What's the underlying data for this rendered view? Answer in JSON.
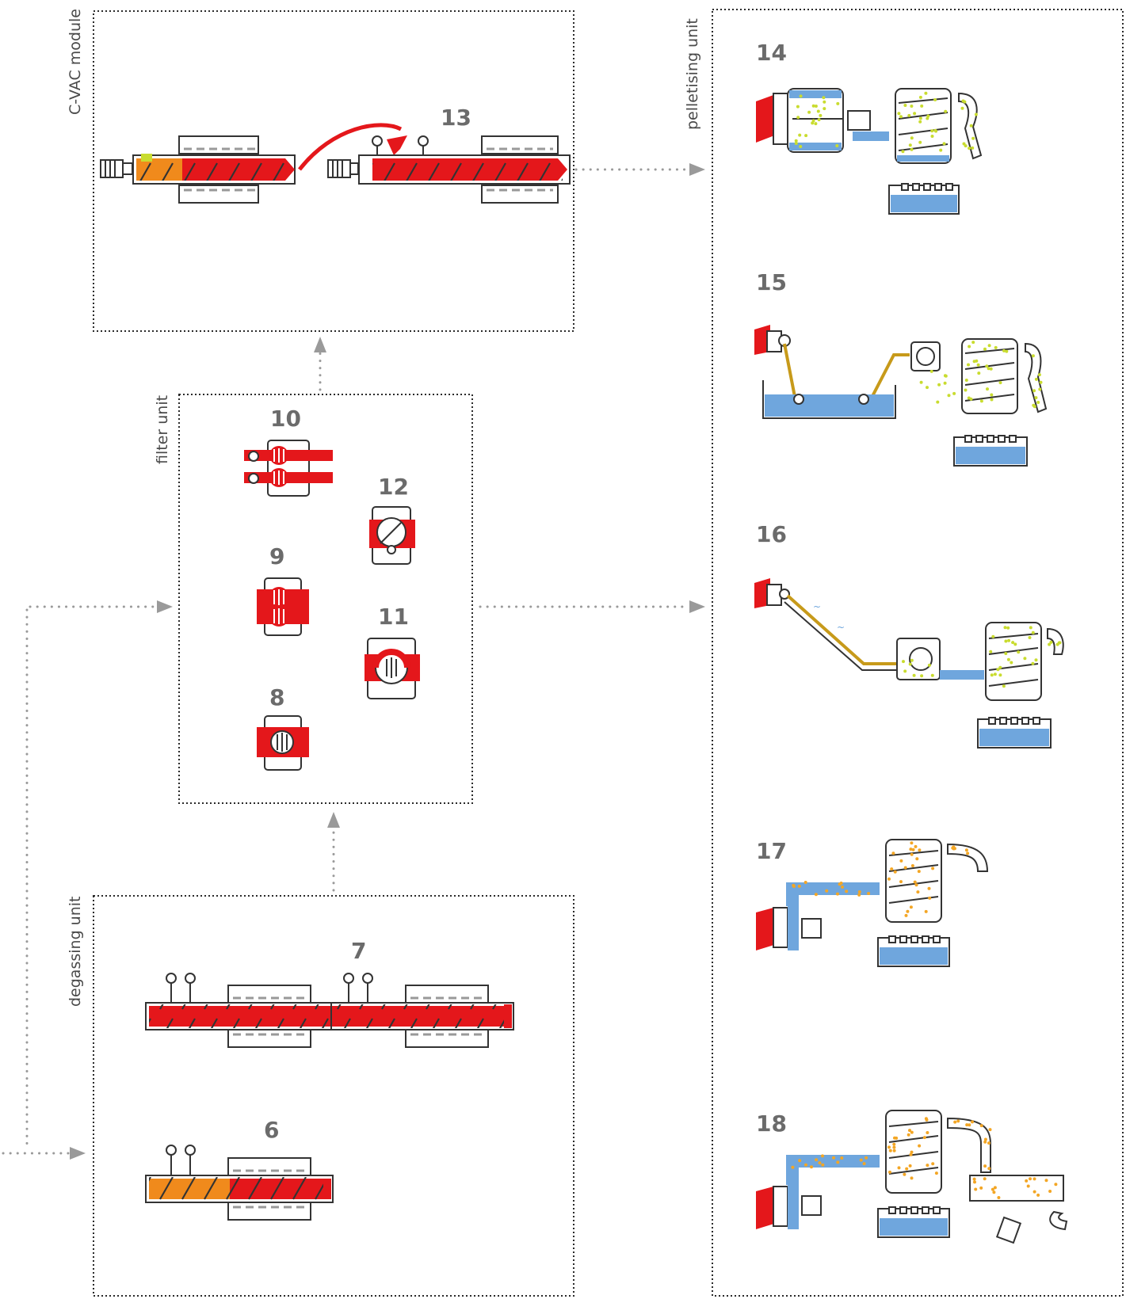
{
  "sections": {
    "cvac": {
      "label": "C-VAC module"
    },
    "pelletising": {
      "label": "pelletising  unit"
    },
    "filter": {
      "label": "filter unit"
    },
    "degassing": {
      "label": "degassing unit"
    }
  },
  "steps": {
    "s6": "6",
    "s7": "7",
    "s8": "8",
    "s9": "9",
    "s10": "10",
    "s11": "11",
    "s12": "12",
    "s13": "13",
    "s14": "14",
    "s15": "15",
    "s16": "16",
    "s17": "17",
    "s18": "18"
  },
  "colors": {
    "melt": "#e4171b",
    "melt_orange": "#f08a1c",
    "water": "#6fa6dd",
    "pellet_green": "#c9dc2f",
    "pellet_orange": "#f3a625",
    "flow_arrow": "#9a9a9a"
  }
}
